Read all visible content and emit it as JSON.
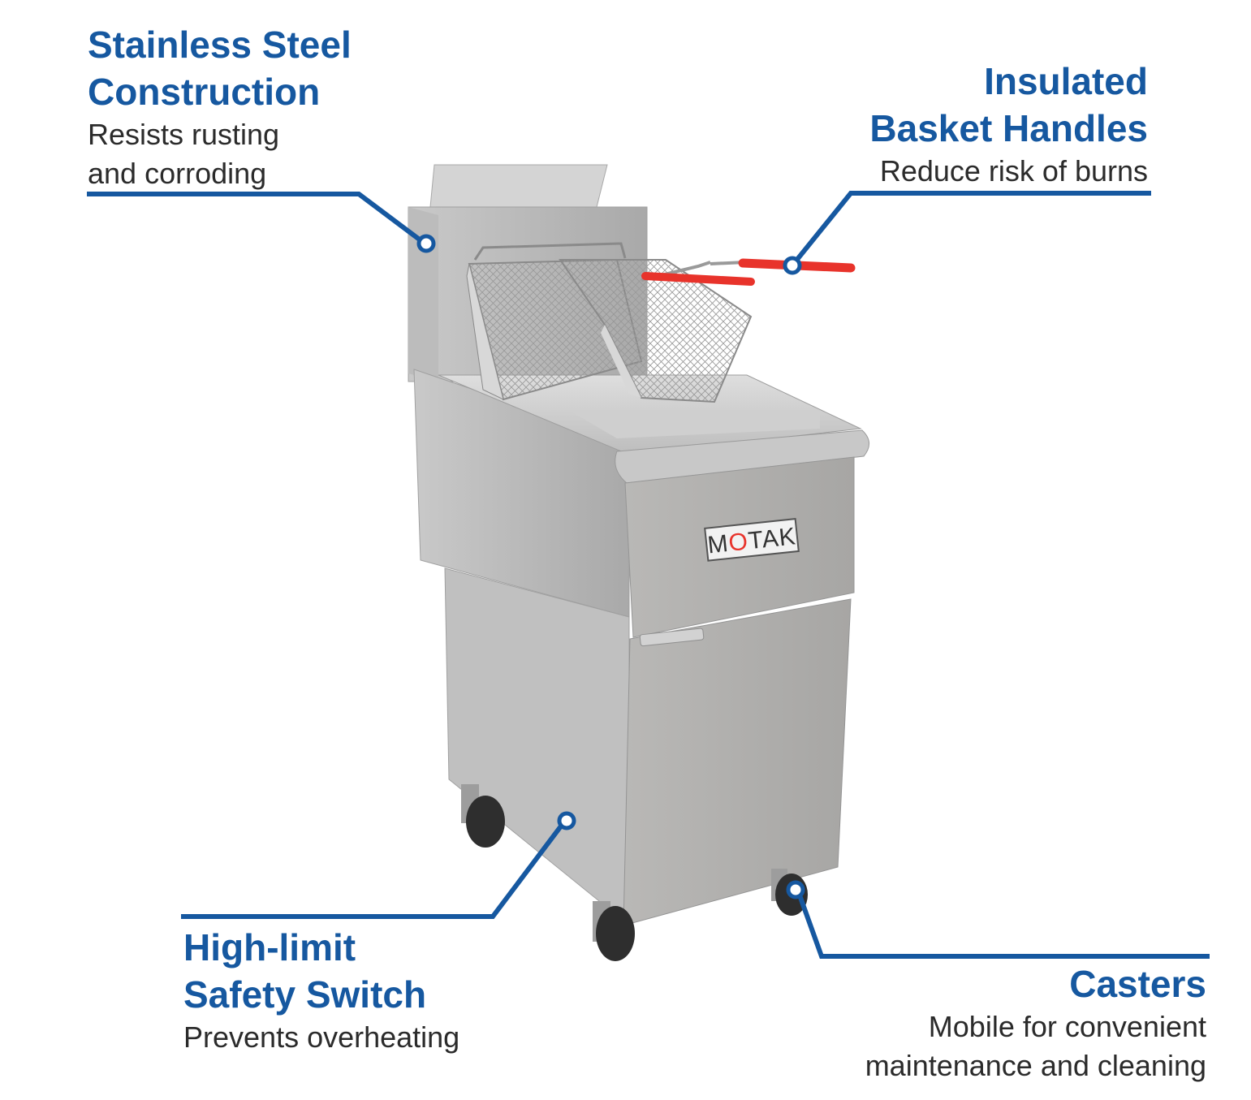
{
  "callouts": {
    "steel": {
      "title_line1": "Stainless Steel",
      "title_line2": "Construction",
      "desc_line1": "Resists rusting",
      "desc_line2": "and corroding"
    },
    "handle": {
      "title_line1": "Insulated",
      "title_line2": "Basket Handles",
      "desc_line1": "Reduce risk of burns"
    },
    "switch": {
      "title_line1": "High-limit",
      "title_line2": "Safety Switch",
      "desc_line1": "Prevents overheating"
    },
    "caster": {
      "title_line1": "Casters",
      "desc_line1": "Mobile for convenient",
      "desc_line2": "maintenance and cleaning"
    }
  },
  "product": {
    "brand_pre": "M",
    "brand_o": "O",
    "brand_post": "TAK"
  },
  "colors": {
    "accent": "#1658a0",
    "text": "#2b2b2b",
    "handle": "#e8332b",
    "steel": "#b4b4b4"
  }
}
